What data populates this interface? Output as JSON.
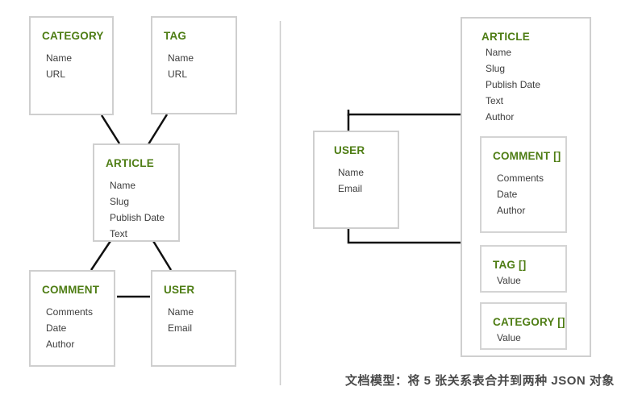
{
  "colors": {
    "title_green": "#4e7d14",
    "field_text": "#3d3d3d",
    "box_border": "#cfcfcf",
    "connector_black": "#111111",
    "divider_gray": "#cccccc",
    "caption_text": "#4a4a4a",
    "background": "#ffffff"
  },
  "left_panel": {
    "boxes": [
      {
        "id": "category",
        "title": "CATEGORY",
        "fields": [
          "Name",
          "URL"
        ]
      },
      {
        "id": "tag",
        "title": "TAG",
        "fields": [
          "Name",
          "URL"
        ]
      },
      {
        "id": "article",
        "title": "ARTICLE",
        "fields": [
          "Name",
          "Slug",
          "Publish Date",
          "Text"
        ]
      },
      {
        "id": "comment",
        "title": "COMMENT",
        "fields": [
          "Comments",
          "Date",
          "Author"
        ]
      },
      {
        "id": "user",
        "title": "USER",
        "fields": [
          "Name",
          "Email"
        ]
      }
    ]
  },
  "right_panel": {
    "user_box": {
      "title": "USER",
      "fields": [
        "Name",
        "Email"
      ]
    },
    "article_box": {
      "title": "ARTICLE",
      "fields": [
        "Name",
        "Slug",
        "Publish Date",
        "Text",
        "Author"
      ],
      "nested": [
        {
          "id": "comment-array",
          "title": "COMMENT []",
          "fields": [
            "Comments",
            "Date",
            "Author"
          ]
        },
        {
          "id": "tag-array",
          "title": "TAG []",
          "fields": [
            "Value"
          ]
        },
        {
          "id": "category-array",
          "title": "CATEGORY []",
          "fields": [
            "Value"
          ]
        }
      ]
    }
  },
  "caption": "文档模型：将 5 张关系表合并到两种 JSON 对象"
}
